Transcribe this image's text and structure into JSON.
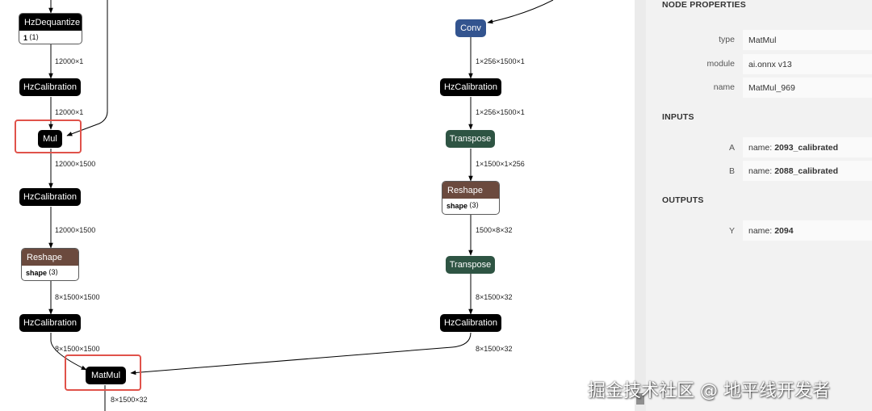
{
  "graph": {
    "nodes": {
      "hzdequantize": {
        "label": "HzDequantize",
        "attr_name": "1",
        "attr_value": "⟨1⟩"
      },
      "hzcal_1": {
        "label": "HzCalibration"
      },
      "mul": {
        "label": "Mul"
      },
      "hzcal_2": {
        "label": "HzCalibration"
      },
      "reshape_left": {
        "label": "Reshape",
        "attr_name": "shape",
        "attr_value": "⟨3⟩"
      },
      "hzcal_3": {
        "label": "HzCalibration"
      },
      "matmul": {
        "label": "MatMul"
      },
      "conv": {
        "label": "Conv"
      },
      "hzcal_right_1": {
        "label": "HzCalibration"
      },
      "transpose_1": {
        "label": "Transpose"
      },
      "reshape_right": {
        "label": "Reshape",
        "attr_name": "shape",
        "attr_value": "⟨3⟩"
      },
      "transpose_2": {
        "label": "Transpose"
      },
      "hzcal_right_2": {
        "label": "HzCalibration"
      }
    },
    "edge_labels": {
      "left_1": "12000×1",
      "left_2": "12000×1",
      "left_3": "12000×1500",
      "left_4": "12000×1500",
      "left_5": "8×1500×1500",
      "left_6": "8×1500×1500",
      "matmul_out": "8×1500×32",
      "right_1": "1×256×1500×1",
      "right_2": "1×256×1500×1",
      "right_3": "1×1500×1×256",
      "right_4": "1500×8×32",
      "right_5": "8×1500×32",
      "right_6": "8×1500×32"
    },
    "colors": {
      "default_node": "#000000",
      "conv_node": "#33548f",
      "transpose_node": "#2e5443",
      "reshape_node": "#6b4a3e",
      "highlight": "#e0524a"
    }
  },
  "properties": {
    "node_header": "NODE PROPERTIES",
    "type_label": "type",
    "type_value": "MatMul",
    "module_label": "module",
    "module_value": "ai.onnx v13",
    "name_label": "name",
    "name_value": "MatMul_969",
    "inputs_header": "INPUTS",
    "input_a_label": "A",
    "input_a_prefix": "name:",
    "input_a_value": "2093_calibrated",
    "input_b_label": "B",
    "input_b_prefix": "name:",
    "input_b_value": "2088_calibrated",
    "outputs_header": "OUTPUTS",
    "output_y_label": "Y",
    "output_y_prefix": "name:",
    "output_y_value": "2094"
  },
  "watermark": "掘金技术社区 @ 地平线开发者"
}
